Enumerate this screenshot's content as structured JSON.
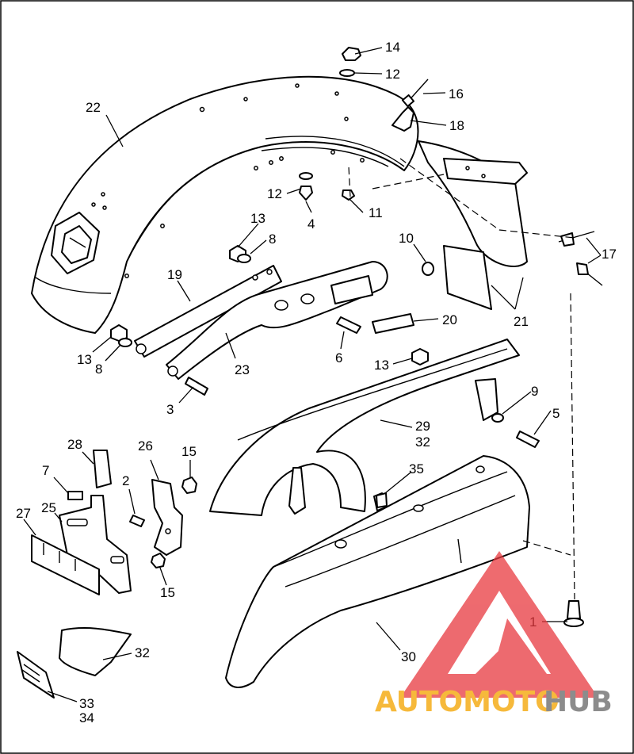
{
  "diagram": {
    "callouts": [
      {
        "id": "c14",
        "text": "14"
      },
      {
        "id": "c12a",
        "text": "12"
      },
      {
        "id": "c16",
        "text": "16"
      },
      {
        "id": "c18",
        "text": "18"
      },
      {
        "id": "c22",
        "text": "22"
      },
      {
        "id": "c12b",
        "text": "12"
      },
      {
        "id": "c4",
        "text": "4"
      },
      {
        "id": "c11",
        "text": "11"
      },
      {
        "id": "c13a",
        "text": "13"
      },
      {
        "id": "c8a",
        "text": "8"
      },
      {
        "id": "c10",
        "text": "10"
      },
      {
        "id": "c17",
        "text": "17"
      },
      {
        "id": "c19",
        "text": "19"
      },
      {
        "id": "c20",
        "text": "20"
      },
      {
        "id": "c21",
        "text": "21"
      },
      {
        "id": "c13b",
        "text": "13"
      },
      {
        "id": "c8b",
        "text": "8"
      },
      {
        "id": "c6",
        "text": "6"
      },
      {
        "id": "c23",
        "text": "23"
      },
      {
        "id": "c13c",
        "text": "13"
      },
      {
        "id": "c3",
        "text": "3"
      },
      {
        "id": "c9",
        "text": "9"
      },
      {
        "id": "c5",
        "text": "5"
      },
      {
        "id": "c29",
        "text": "29"
      },
      {
        "id": "c32a",
        "text": "32"
      },
      {
        "id": "c28",
        "text": "28"
      },
      {
        "id": "c26",
        "text": "26"
      },
      {
        "id": "c15a",
        "text": "15"
      },
      {
        "id": "c7",
        "text": "7"
      },
      {
        "id": "c2",
        "text": "2"
      },
      {
        "id": "c35",
        "text": "35"
      },
      {
        "id": "c27",
        "text": "27"
      },
      {
        "id": "c25",
        "text": "25"
      },
      {
        "id": "c15b",
        "text": "15"
      },
      {
        "id": "c1",
        "text": "1"
      },
      {
        "id": "c32b",
        "text": "32"
      },
      {
        "id": "c30",
        "text": "30"
      },
      {
        "id": "c33",
        "text": "33"
      },
      {
        "id": "c34",
        "text": "34"
      }
    ]
  },
  "watermark": {
    "part_a": "AUTOMOTO",
    "part_b": "HUB",
    "colors": {
      "triangle": "#e8393f",
      "text_a": "#f6b93b",
      "text_b": "#8c8c8c"
    }
  }
}
